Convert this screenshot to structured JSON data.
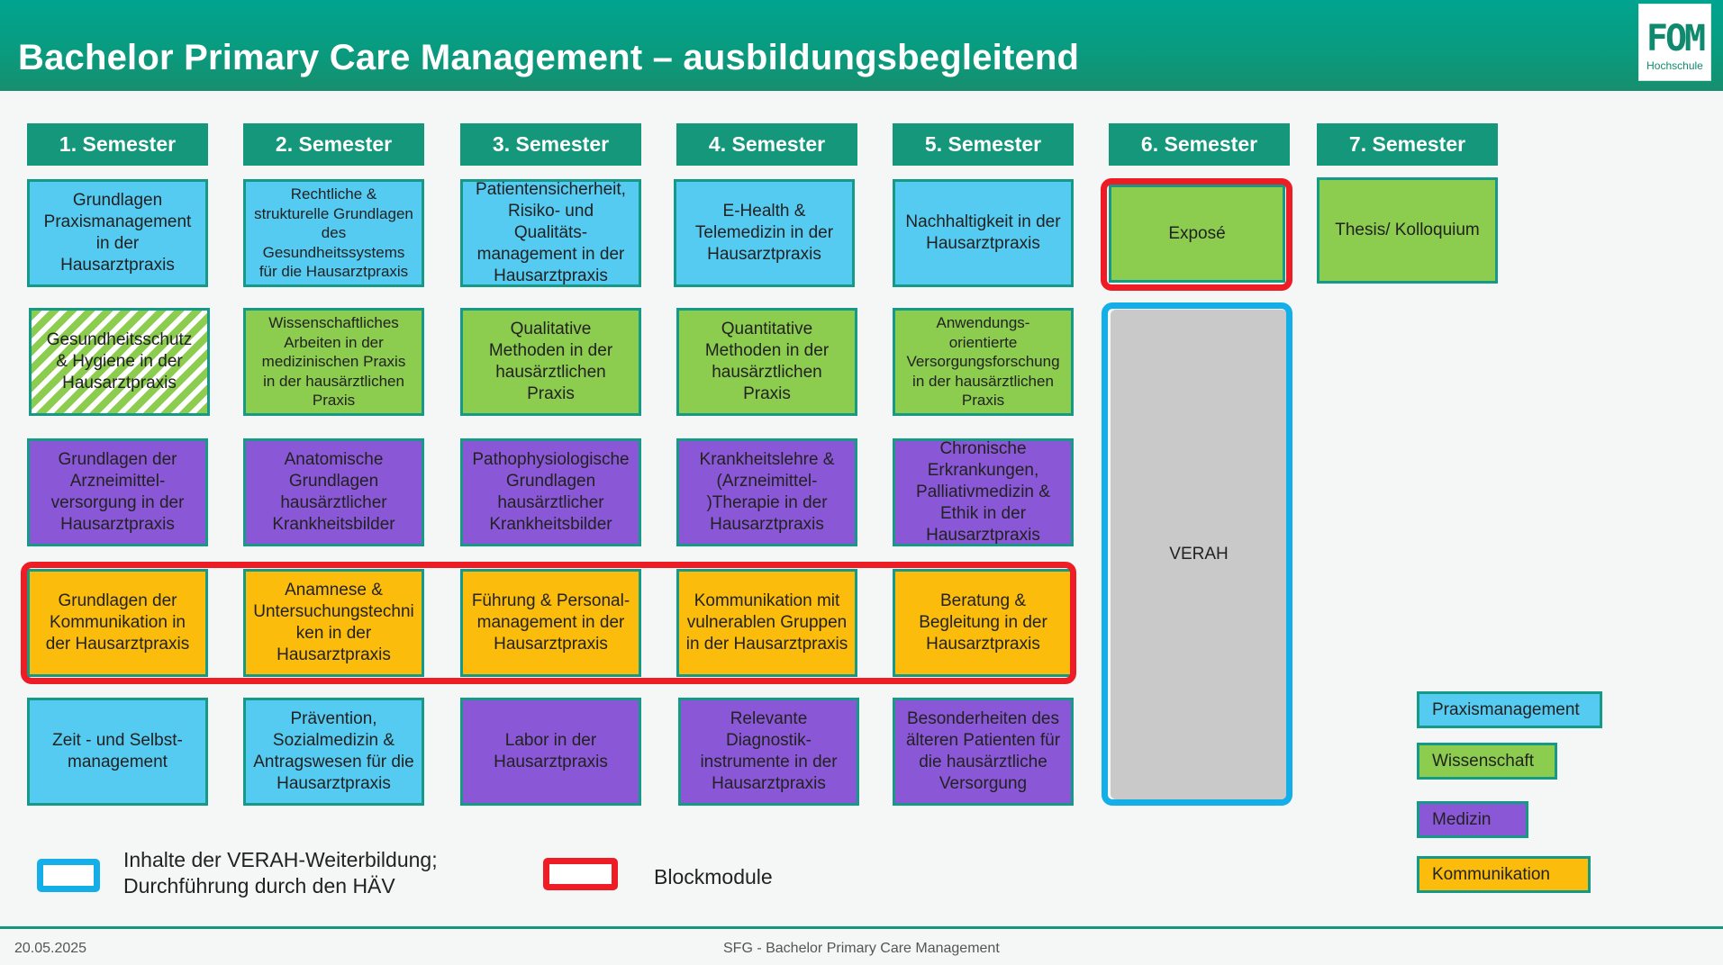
{
  "header": {
    "title": "Bachelor Primary Care Management – ausbildungsbegleitend",
    "logo_text": "FOM",
    "logo_sub": "Hochschule"
  },
  "semesters": [
    "1. Semester",
    "2. Semester",
    "3. Semester",
    "4. Semester",
    "5. Semester",
    "6. Semester",
    "7. Semester"
  ],
  "rows": {
    "praxis": [
      [
        "Grundlagen",
        "Praxismanagement",
        "in der",
        "Hausarztpraxis"
      ],
      [
        "Rechtliche &",
        "strukturelle Grundlagen",
        "des",
        "Gesundheitssystems",
        "für die Hausarztpraxis"
      ],
      [
        "Patientensicherheit,",
        "Risiko- und",
        "Qualitäts-",
        "management in der",
        "Hausarztpraxis"
      ],
      [
        "E-Health &",
        "Telemedizin in der",
        "Hausarztpraxis"
      ],
      [
        "Nachhaltigkeit in der",
        "Hausarztpraxis"
      ]
    ],
    "wissenschaft": [
      [
        "Gesundheitsschutz",
        "& Hygiene in der",
        "Hausarztpraxis"
      ],
      [
        "Wissenschaftliches",
        "Arbeiten in der",
        "medizinischen Praxis",
        "in der hausärztlichen",
        "Praxis"
      ],
      [
        "Qualitative",
        "Methoden in der",
        "hausärztlichen",
        "Praxis"
      ],
      [
        "Quantitative",
        "Methoden in der",
        "hausärztlichen",
        "Praxis"
      ],
      [
        "Anwendungs-",
        "orientierte",
        "Versorgungsforschung",
        "in der hausärztlichen",
        "Praxis"
      ]
    ],
    "medizin": [
      [
        "Grundlagen der",
        "Arzneimittel-",
        "versorgung in der",
        "Hausarztpraxis"
      ],
      [
        "Anatomische",
        "Grundlagen",
        "hausärztlicher",
        "Krankheitsbilder"
      ],
      [
        "Pathophysiologische",
        "Grundlagen",
        "hausärztlicher",
        "Krankheitsbilder"
      ],
      [
        "Krankheitslehre &",
        "(Arzneimittel-",
        ")Therapie in der",
        "Hausarztpraxis"
      ],
      [
        "Chronische",
        "Erkrankungen,",
        "Palliativmedizin &",
        "Ethik in der",
        "Hausarztpraxis"
      ]
    ],
    "kommunikation": [
      [
        "Grundlagen der",
        "Kommunikation in",
        "der Hausarztpraxis"
      ],
      [
        "Anamnese &",
        "Untersuchungstechni",
        "ken in der",
        "Hausarztpraxis"
      ],
      [
        "Führung & Personal-",
        "management in der",
        "Hausarztpraxis"
      ],
      [
        "Kommunikation mit",
        "vulnerablen Gruppen",
        "in der Hausarztpraxis"
      ],
      [
        "Beratung &",
        "Begleitung in der",
        "Hausarztpraxis"
      ]
    ],
    "mixed": [
      [
        "Zeit - und Selbst-",
        "management"
      ],
      [
        "Prävention,",
        "Sozialmedizin &",
        "Antragswesen für die",
        "Hausarztpraxis"
      ],
      [
        "Labor in der",
        "Hausarztpraxis"
      ],
      [
        "Relevante",
        "Diagnostik-",
        "instrumente in der",
        "Hausarztpraxis"
      ],
      [
        "Besonderheiten des",
        "älteren Patienten für",
        "die hausärztliche",
        "Versorgung"
      ]
    ]
  },
  "sem6": {
    "expose": "Exposé",
    "verah": "VERAH"
  },
  "sem7": {
    "thesis": "Thesis/ Kolloquium"
  },
  "legend": {
    "categories": [
      "Praxismanagement",
      "Wissenschaft",
      "Medizin",
      "Kommunikation"
    ],
    "verah_note": [
      "Inhalte der VERAH-Weiterbildung;",
      "Durchführung durch den HÄV"
    ],
    "block_note": "Blockmodule"
  },
  "footer": {
    "date": "20.05.2025",
    "center": "SFG - Bachelor Primary Care Management"
  },
  "colors": {
    "header": "#0a9a7e",
    "praxismanagement": "#55cbf2",
    "wissenschaft": "#8ccc4e",
    "medizin": "#8a57d6",
    "kommunikation": "#fbbc0c",
    "blockmodule_frame": "#ee1c24",
    "verah_frame": "#14aee8"
  }
}
